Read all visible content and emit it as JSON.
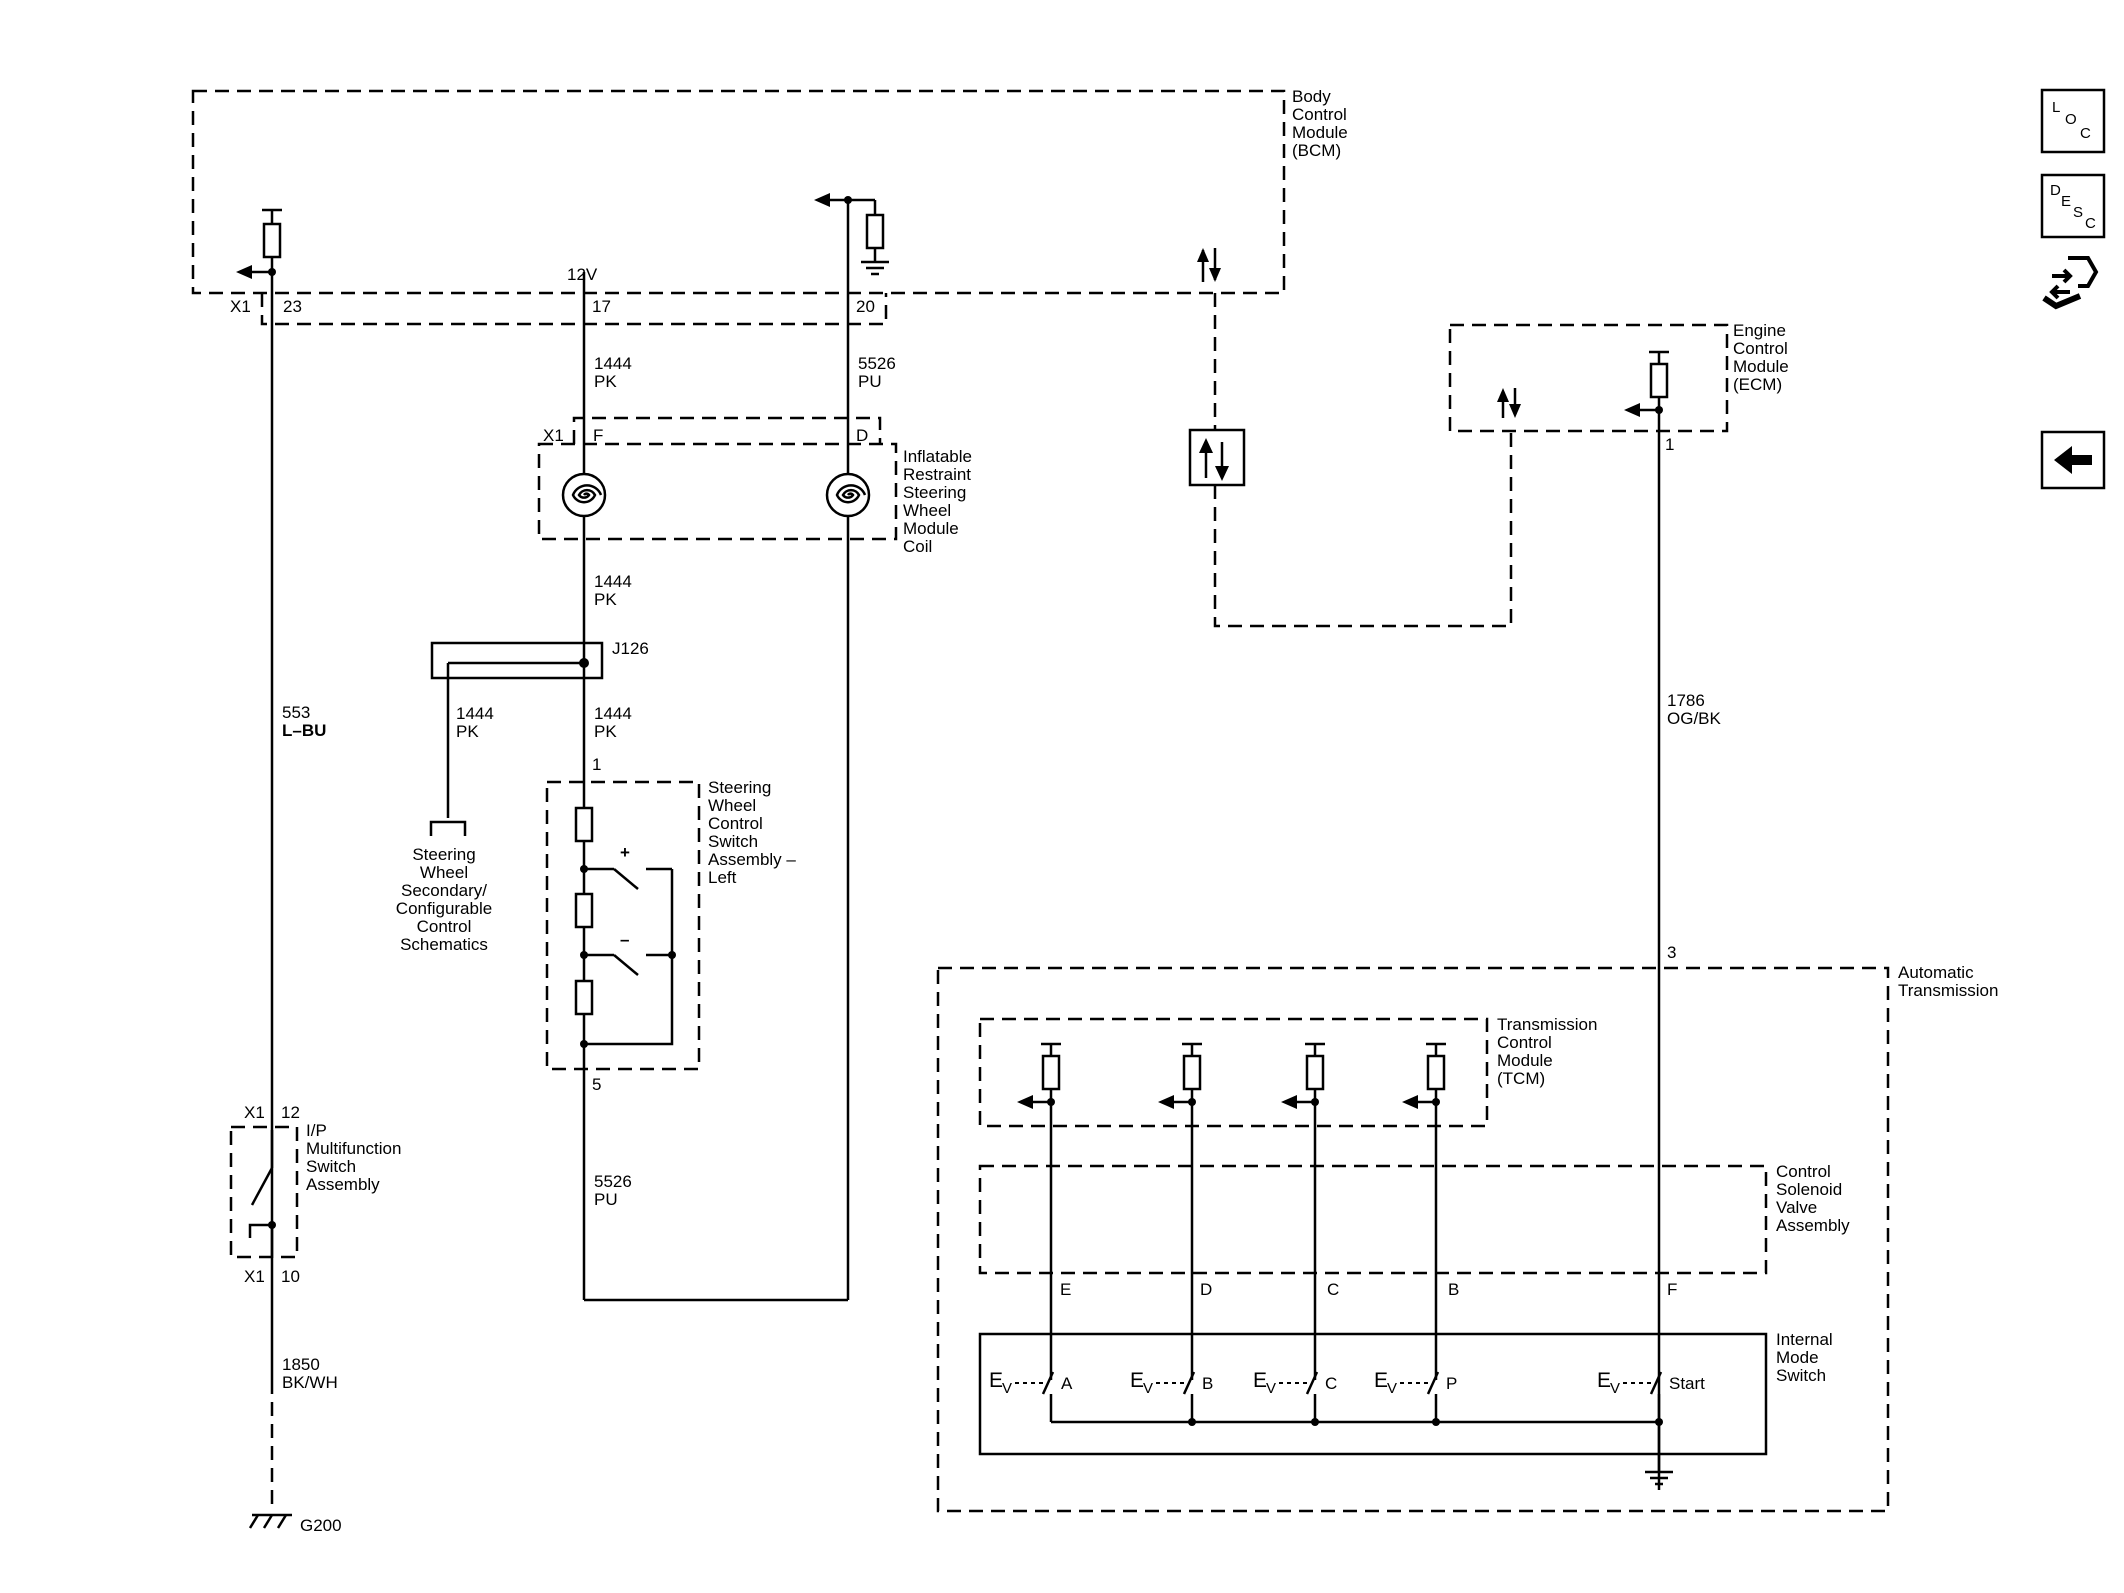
{
  "modules": {
    "bcm": [
      "Body",
      "Control",
      "Module",
      "(BCM)"
    ],
    "ecm": [
      "Engine",
      "Control",
      "Module",
      "(ECM)"
    ],
    "coil": [
      "Inflatable",
      "Restraint",
      "Steering",
      "Wheel",
      "Module",
      "Coil"
    ],
    "swc": [
      "Steering",
      "Wheel",
      "Control",
      "Switch",
      "Assembly –",
      "Left"
    ],
    "ref": [
      "Steering",
      "Wheel",
      "Secondary/",
      "Configurable",
      "Control",
      "Schematics"
    ],
    "ipswitch": [
      "I/P",
      "Multifunction",
      "Switch",
      "Assembly"
    ],
    "auto": [
      "Automatic",
      "Transmission"
    ],
    "tcm": [
      "Transmission",
      "Control",
      "Module",
      "(TCM)"
    ],
    "csva": [
      "Control",
      "Solenoid",
      "Valve",
      "Assembly"
    ],
    "ims": [
      "Internal",
      "Mode",
      "Switch"
    ]
  },
  "connectors": {
    "x1_23": "X1",
    "pin_23": "23",
    "pin_17": "17",
    "pin_20": "20",
    "v12": "12V",
    "x1_coil": "X1",
    "pin_f": "F",
    "pin_d": "D",
    "splice": "J126",
    "swc_1": "1",
    "swc_5": "5",
    "x1_12": "X1",
    "pin_12": "12",
    "x1_10": "X1",
    "pin_10": "10",
    "ecm_1": "1",
    "auto_3": "3",
    "csva_e": "E",
    "csva_d": "D",
    "csva_c": "C",
    "csva_b": "B",
    "csva_f": "F"
  },
  "wires": {
    "w553": [
      "553",
      "L–BU"
    ],
    "w1444_a": [
      "1444",
      "PK"
    ],
    "w1444_b": [
      "1444",
      "PK"
    ],
    "w1444_c": [
      "1444",
      "PK"
    ],
    "w1444_d": [
      "1444",
      "PK"
    ],
    "w5526_a": [
      "5526",
      "PU"
    ],
    "w5526_b": [
      "5526",
      "PU"
    ],
    "w1850": [
      "1850",
      "BK/WH"
    ],
    "w1786": [
      "1786",
      "OG/BK"
    ]
  },
  "ims_switches": [
    "A",
    "B",
    "C",
    "P",
    "Start"
  ],
  "ev_label": "E",
  "ev_sub": "V",
  "sw_plus": "+",
  "sw_minus": "–",
  "ground": "G200",
  "nav": {
    "loc": {
      "l1": "L",
      "l2": "O",
      "l3": "C"
    },
    "desc": {
      "l1": "D",
      "l2": "E",
      "l3": "S",
      "l4": "C"
    },
    "connector_icon": "connector-icon",
    "back_icon": "back-arrow-icon"
  }
}
